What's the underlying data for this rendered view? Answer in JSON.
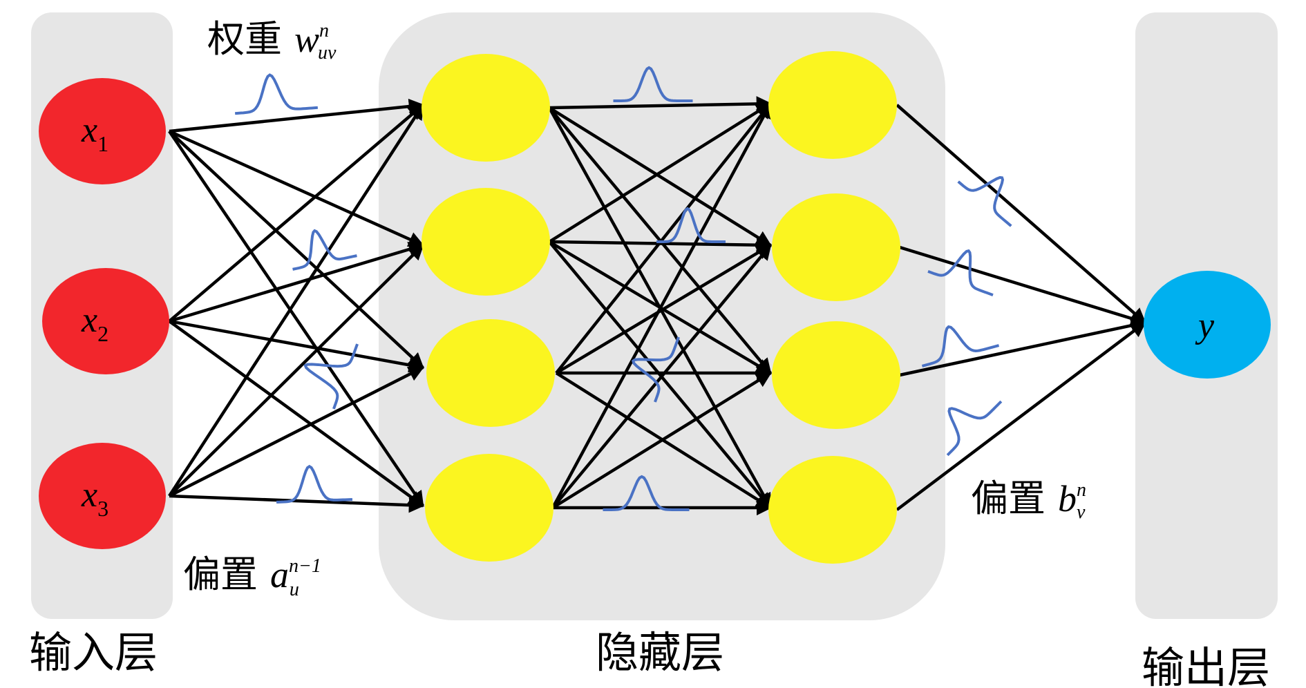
{
  "layers": {
    "input_label": "输入层",
    "hidden_label": "隐藏层",
    "output_label": "输出层"
  },
  "inputs": [
    {
      "var": "x",
      "sub": "1"
    },
    {
      "var": "x",
      "sub": "2"
    },
    {
      "var": "x",
      "sub": "3"
    }
  ],
  "output": {
    "var": "y"
  },
  "annotations": {
    "weight": {
      "text": "权重",
      "symbol": "w",
      "sup": "n",
      "sub": "uv"
    },
    "bias_input": {
      "text": "偏置",
      "symbol": "a",
      "sup": "n−1",
      "sub": "u"
    },
    "bias_output": {
      "text": "偏置",
      "symbol": "b",
      "sup": "n",
      "sub": "v"
    }
  },
  "colors": {
    "input_node": "#f2262c",
    "hidden_node": "#fbf520",
    "output_node": "#00b0ef",
    "layer_background": "#e6e6e6",
    "distribution_curve": "#4a72c4",
    "edge": "#000000"
  }
}
